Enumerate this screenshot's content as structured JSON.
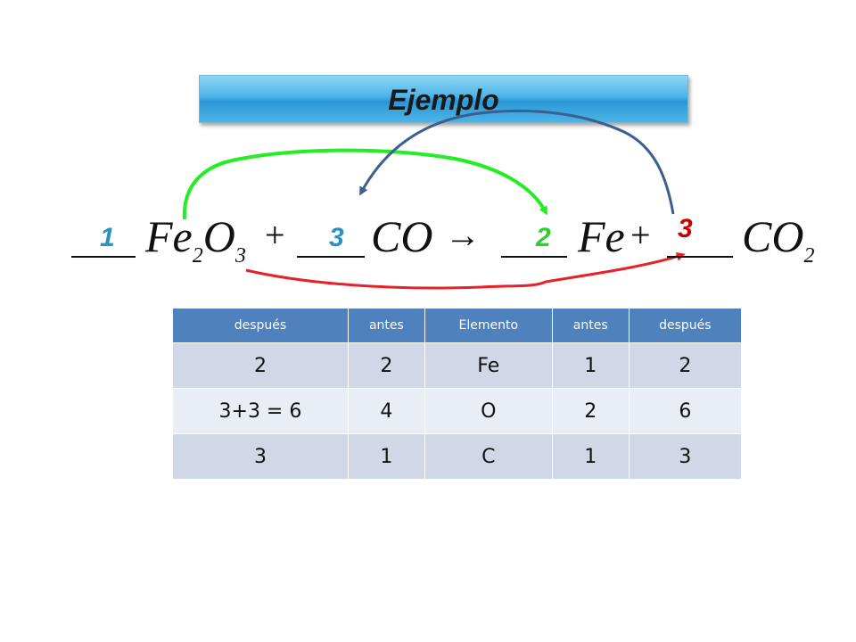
{
  "title": "Ejemplo",
  "equation": {
    "reactant1": {
      "symbol1": "Fe",
      "sub1": "2",
      "symbol2": "O",
      "sub2": "3"
    },
    "plus": "+",
    "reactant2": {
      "formula": "CO"
    },
    "arrow": "→",
    "product1": {
      "formula": "Fe"
    },
    "product2": {
      "formula": "CO",
      "sub": "2"
    }
  },
  "coefficients": {
    "c1": "1",
    "c2": "3",
    "c3": "2",
    "c4": "3"
  },
  "colors": {
    "c1": "#2e8fc2",
    "c2": "#2e8fc2",
    "c3": "#33cc33",
    "c4": "#cc0000",
    "arrow_green": "#22ee22",
    "arrow_blue": "#3b5f8f",
    "arrow_red": "#e8202a"
  },
  "table": {
    "headers": [
      "después",
      "antes",
      "Elemento",
      "antes",
      "después"
    ],
    "rows": [
      [
        "2",
        "2",
        "Fe",
        "1",
        "2"
      ],
      [
        "3+3 = 6",
        "4",
        "O",
        "2",
        "6"
      ],
      [
        "3",
        "1",
        "C",
        "1",
        "3"
      ]
    ]
  }
}
